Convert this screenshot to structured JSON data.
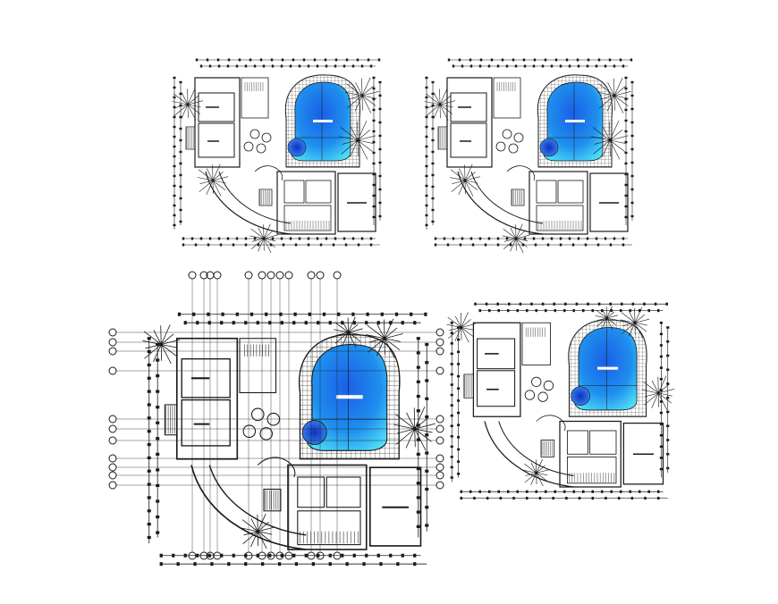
{
  "drawing": {
    "type": "architectural floor plans",
    "plans": [
      {
        "id": "plan-top-left",
        "has_grid_bubbles": false
      },
      {
        "id": "plan-top-right",
        "has_grid_bubbles": false
      },
      {
        "id": "plan-bottom-left",
        "has_grid_bubbles": true
      },
      {
        "id": "plan-bottom-right",
        "has_grid_bubbles": false
      }
    ],
    "colors": {
      "background": "#ffffff",
      "linework": "#1a1a1a",
      "pool_light": "#3fd0f5",
      "pool_dark": "#1560e0",
      "jacuzzi": "#1a3fd8"
    }
  }
}
